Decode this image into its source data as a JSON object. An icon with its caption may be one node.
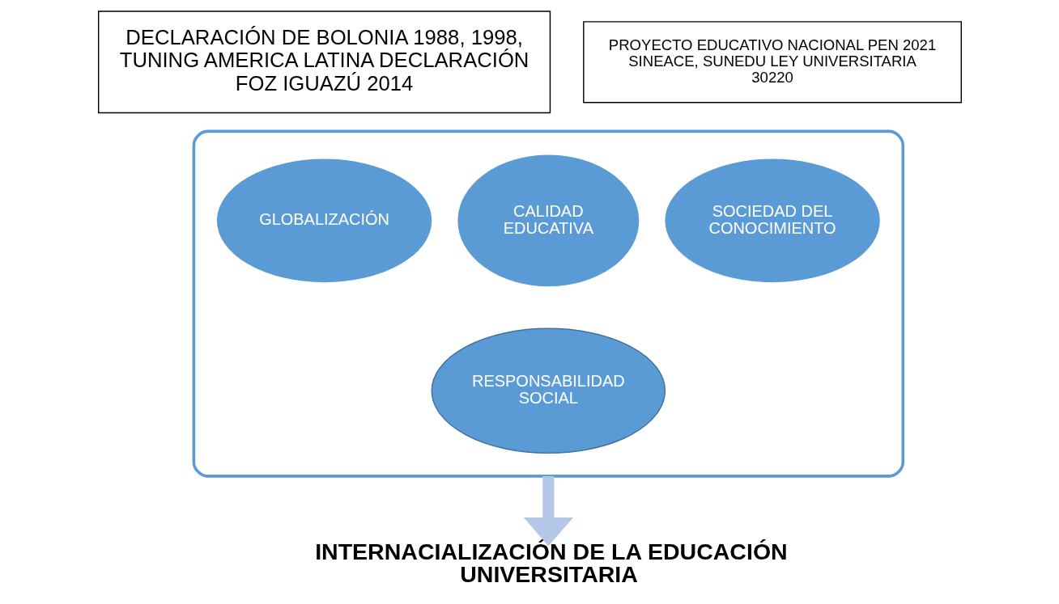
{
  "diagram": {
    "nodes": [
      {
        "text": [
          "DECLARACIÓN DE BOLONIA 1988, 1998, TUNING AMERICA LATINA DECLARACIÓN FOZ IGUAZÚ 2014"
        ]
      },
      {
        "text": [
          "PROYECTO EDUCATIVO NACIONAL PEN 2021 SINEACE, SUNEDU LEY UNIVERSITARIA 30220"
        ]
      },
      {
        "text": [],
        "shape": "funnel"
      },
      {
        "text": [
          "GLOBALIZACIÓN"
        ],
        "in": 2
      },
      {
        "text": [
          "CALIDAD EDUCATIVA"
        ],
        "in": 2
      },
      {
        "text": [
          "SOCIEDAD DEL CONOCIMIENTO"
        ],
        "in": 2
      },
      {
        "text": [
          "RESPONSABILIDAD SOCIAL"
        ],
        "in": 2
      },
      {
        "text": [
          "INTERNACIALIZACIÓN DE LA EDUCACIÓN UNIVERSITARIA"
        ]
      }
    ],
    "edges": [
      {
        "from": 2,
        "to": 7,
        "arrow": "to",
        "color": "#b4c7e7"
      }
    ]
  }
}
